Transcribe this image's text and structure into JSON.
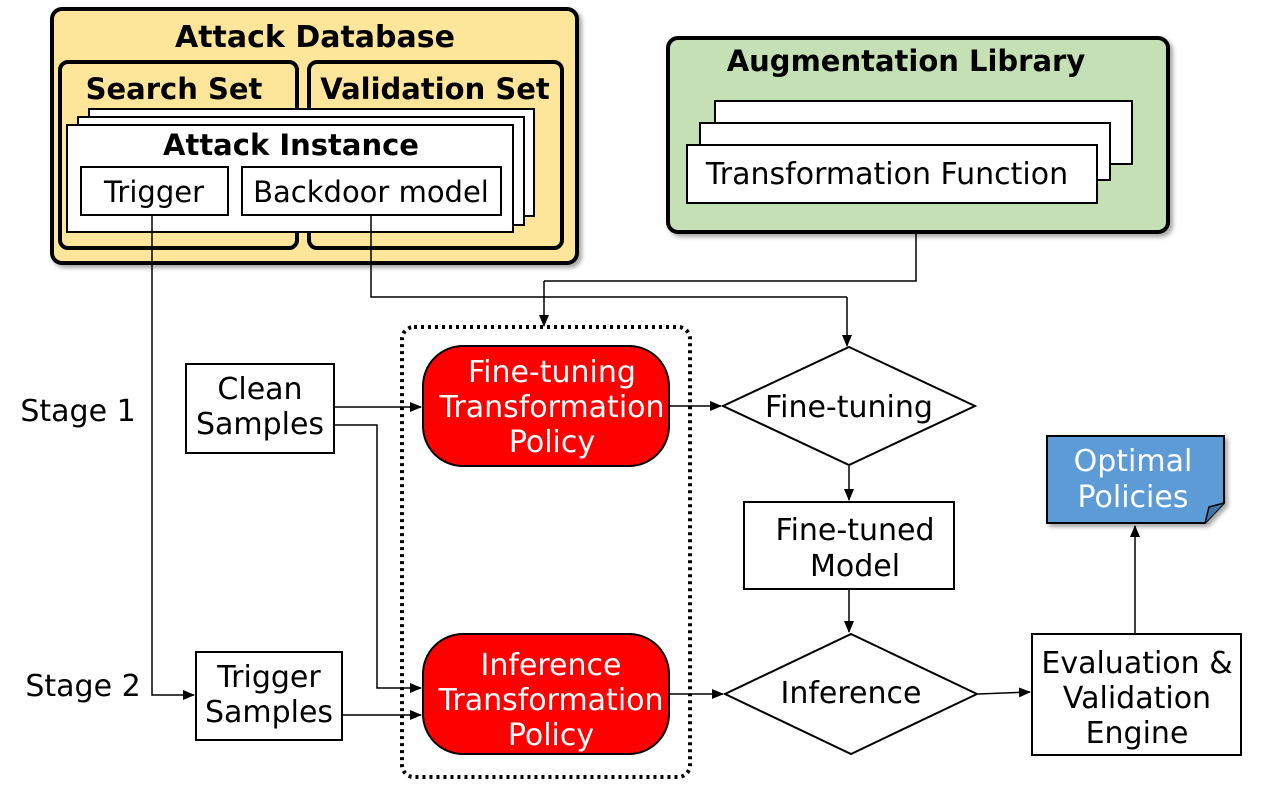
{
  "attack_database": {
    "title": "Attack Database",
    "search_set": "Search Set",
    "validation_set": "Validation Set",
    "attack_instance": "Attack Instance",
    "trigger": "Trigger",
    "backdoor_model": "Backdoor model"
  },
  "augmentation_library": {
    "title": "Augmentation Library",
    "transformation_function": "Transformation Function"
  },
  "stages": {
    "stage1": "Stage 1",
    "stage2": "Stage 2"
  },
  "inputs": {
    "clean_samples": [
      "Clean",
      "Samples"
    ],
    "trigger_samples": [
      "Trigger",
      "Samples"
    ]
  },
  "policies": {
    "fine_tuning_policy": [
      "Fine-tuning",
      "Transformation",
      "Policy"
    ],
    "inference_policy": [
      "Inference",
      "Transformation",
      "Policy"
    ]
  },
  "process": {
    "fine_tuning": "Fine-tuning",
    "fine_tuned_model": [
      "Fine-tuned",
      "Model"
    ],
    "inference": "Inference",
    "evaluation_engine": [
      "Evaluation &",
      "Validation",
      "Engine"
    ]
  },
  "output": {
    "optimal_policies": [
      "Optimal",
      "Policies"
    ]
  },
  "colors": {
    "database_fill": "#fde59a",
    "library_fill": "#c5e0b4",
    "policy_fill": "#ff0000",
    "output_fill": "#5b9bd5"
  }
}
